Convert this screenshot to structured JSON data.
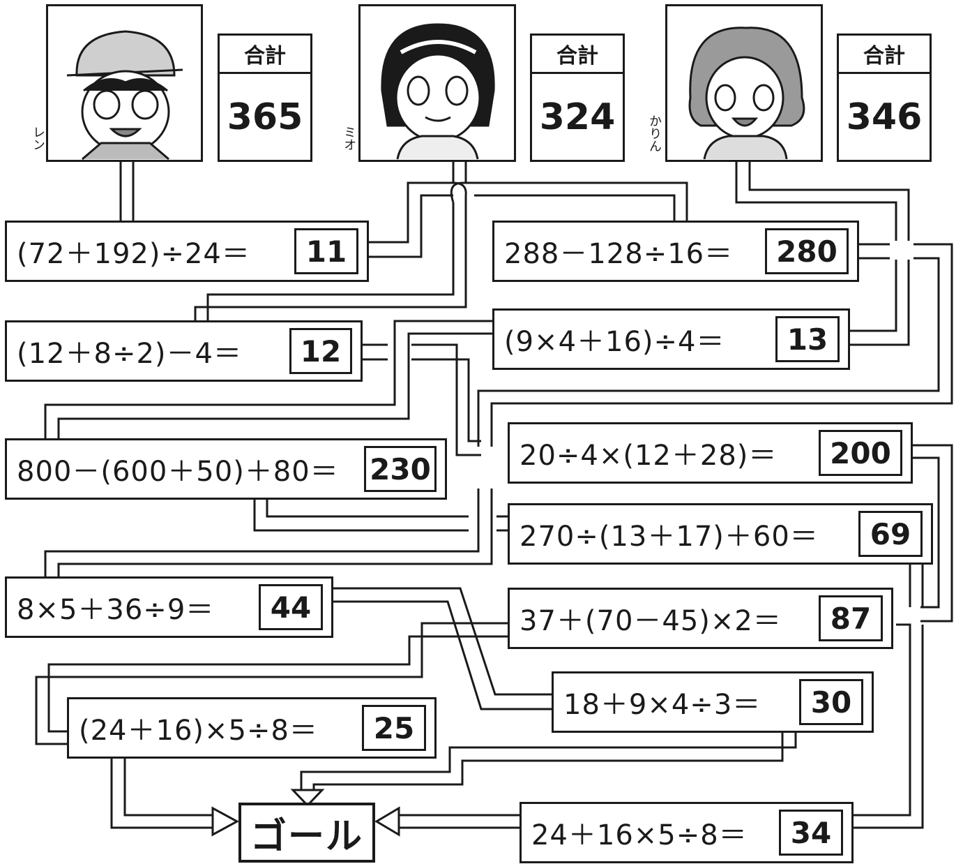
{
  "players": [
    {
      "name": "レン",
      "total_label": "合計",
      "total": "365"
    },
    {
      "name": "ミオ",
      "total_label": "合計",
      "total": "324"
    },
    {
      "name": "かりん",
      "total_label": "合計",
      "total": "346"
    }
  ],
  "equations": [
    {
      "expr": "(72＋192)÷24＝",
      "answer": "11"
    },
    {
      "expr": "288－128÷16＝",
      "answer": "280"
    },
    {
      "expr": "(12＋8÷2)－4＝",
      "answer": "12"
    },
    {
      "expr": "(9×4＋16)÷4＝",
      "answer": "13"
    },
    {
      "expr": "800－(600＋50)＋80＝",
      "answer": "230"
    },
    {
      "expr": "20÷4×(12＋28)＝",
      "answer": "200"
    },
    {
      "expr": "270÷(13＋17)＋60＝",
      "answer": "69"
    },
    {
      "expr": "8×5＋36÷9＝",
      "answer": "44"
    },
    {
      "expr": "37＋(70－45)×2＝",
      "answer": "87"
    },
    {
      "expr": "18＋9×4÷3＝",
      "answer": "30"
    },
    {
      "expr": "(24＋16)×5÷8＝",
      "answer": "25"
    },
    {
      "expr": "24＋16×5÷8＝",
      "answer": "34"
    }
  ],
  "goal_label": "ゴール"
}
